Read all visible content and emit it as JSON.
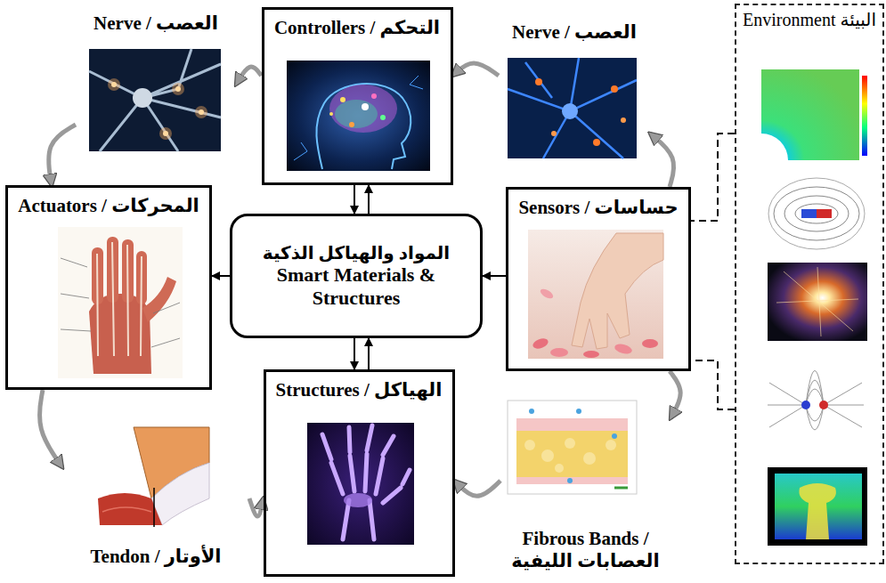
{
  "diagram": {
    "nodes": [
      {
        "text": [
          "Controllers / التحكم"
        ]
      },
      {
        "text": [
          "Nerve / العصب"
        ]
      },
      {
        "text": [
          "Nerve / العصب"
        ]
      },
      {
        "text": [
          "Environment البيئة"
        ]
      },
      {
        "text": [
          "Actuators / المحركات"
        ]
      },
      {
        "text": [
          "المواد والهياكل الذكية",
          "Smart Materials & Structures"
        ]
      },
      {
        "text": [
          "Sensors / حساسات"
        ]
      },
      {
        "text": [
          "Structures / الهياكل"
        ]
      },
      {
        "text": [
          "Tendon / الأوتار"
        ]
      },
      {
        "text": [
          "Fibrous Bands / العصابات الليفية"
        ]
      }
    ],
    "edges": [
      {
        "from": 0,
        "to": 5,
        "arrow": "to"
      },
      {
        "from": 5,
        "to": 0,
        "arrow": "to"
      },
      {
        "from": 5,
        "to": 7,
        "arrow": "to"
      },
      {
        "from": 7,
        "to": 5,
        "arrow": "to"
      },
      {
        "from": 5,
        "to": 4,
        "arrow": "to"
      },
      {
        "from": 6,
        "to": 5,
        "arrow": "to"
      },
      {
        "from": 2,
        "to": 0,
        "arrow": "to"
      },
      {
        "from": 0,
        "to": 1,
        "arrow": "to"
      },
      {
        "from": 1,
        "to": 4,
        "arrow": "to"
      },
      {
        "from": 4,
        "to": 8,
        "arrow": "to"
      },
      {
        "from": 8,
        "to": 7,
        "arrow": "to"
      },
      {
        "from": 6,
        "to": 2,
        "arrow": "to"
      },
      {
        "from": 6,
        "to": 9,
        "arrow": "to"
      },
      {
        "from": 9,
        "to": 7,
        "arrow": "to"
      },
      {
        "from": 3,
        "to": 6,
        "arrow": "none"
      },
      {
        "from": 3,
        "to": 6,
        "arrow": "none"
      }
    ]
  }
}
